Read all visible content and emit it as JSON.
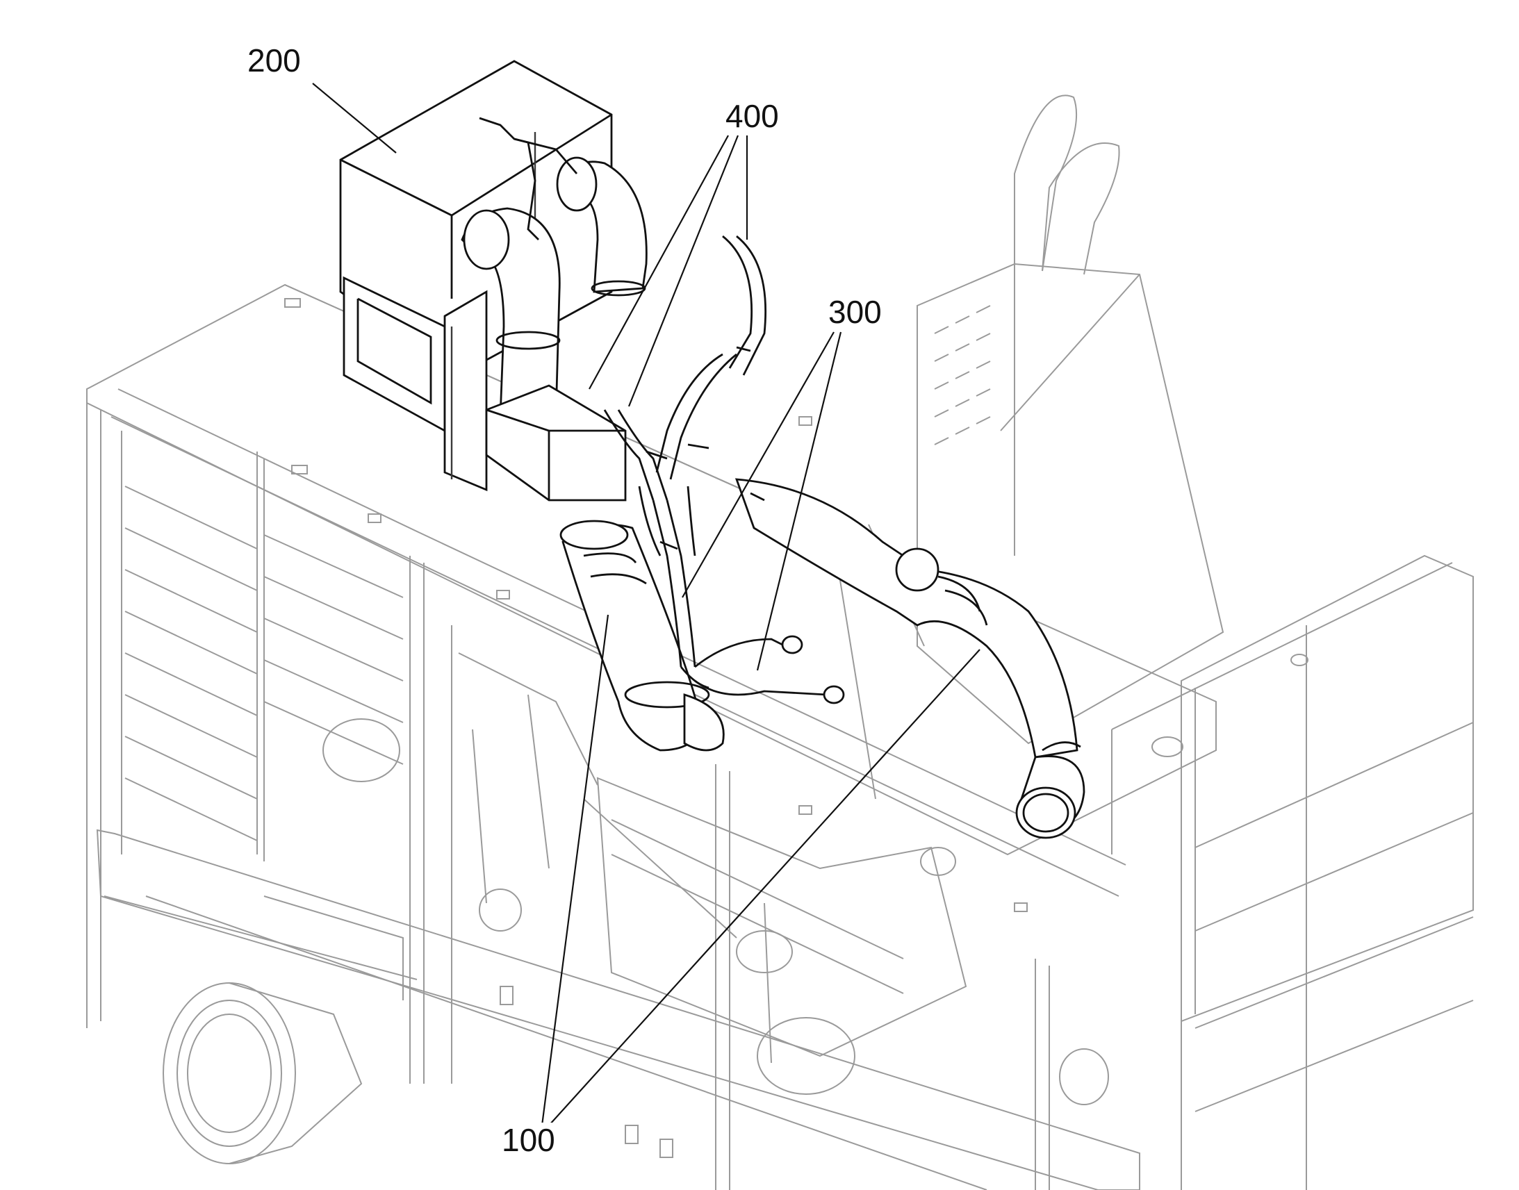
{
  "labels": {
    "l200": "200",
    "l400": "400",
    "l300": "300",
    "l100": "100"
  },
  "colors": {
    "line_light": "#9a9a9a",
    "line_dark": "#111111",
    "background": "#ffffff"
  }
}
